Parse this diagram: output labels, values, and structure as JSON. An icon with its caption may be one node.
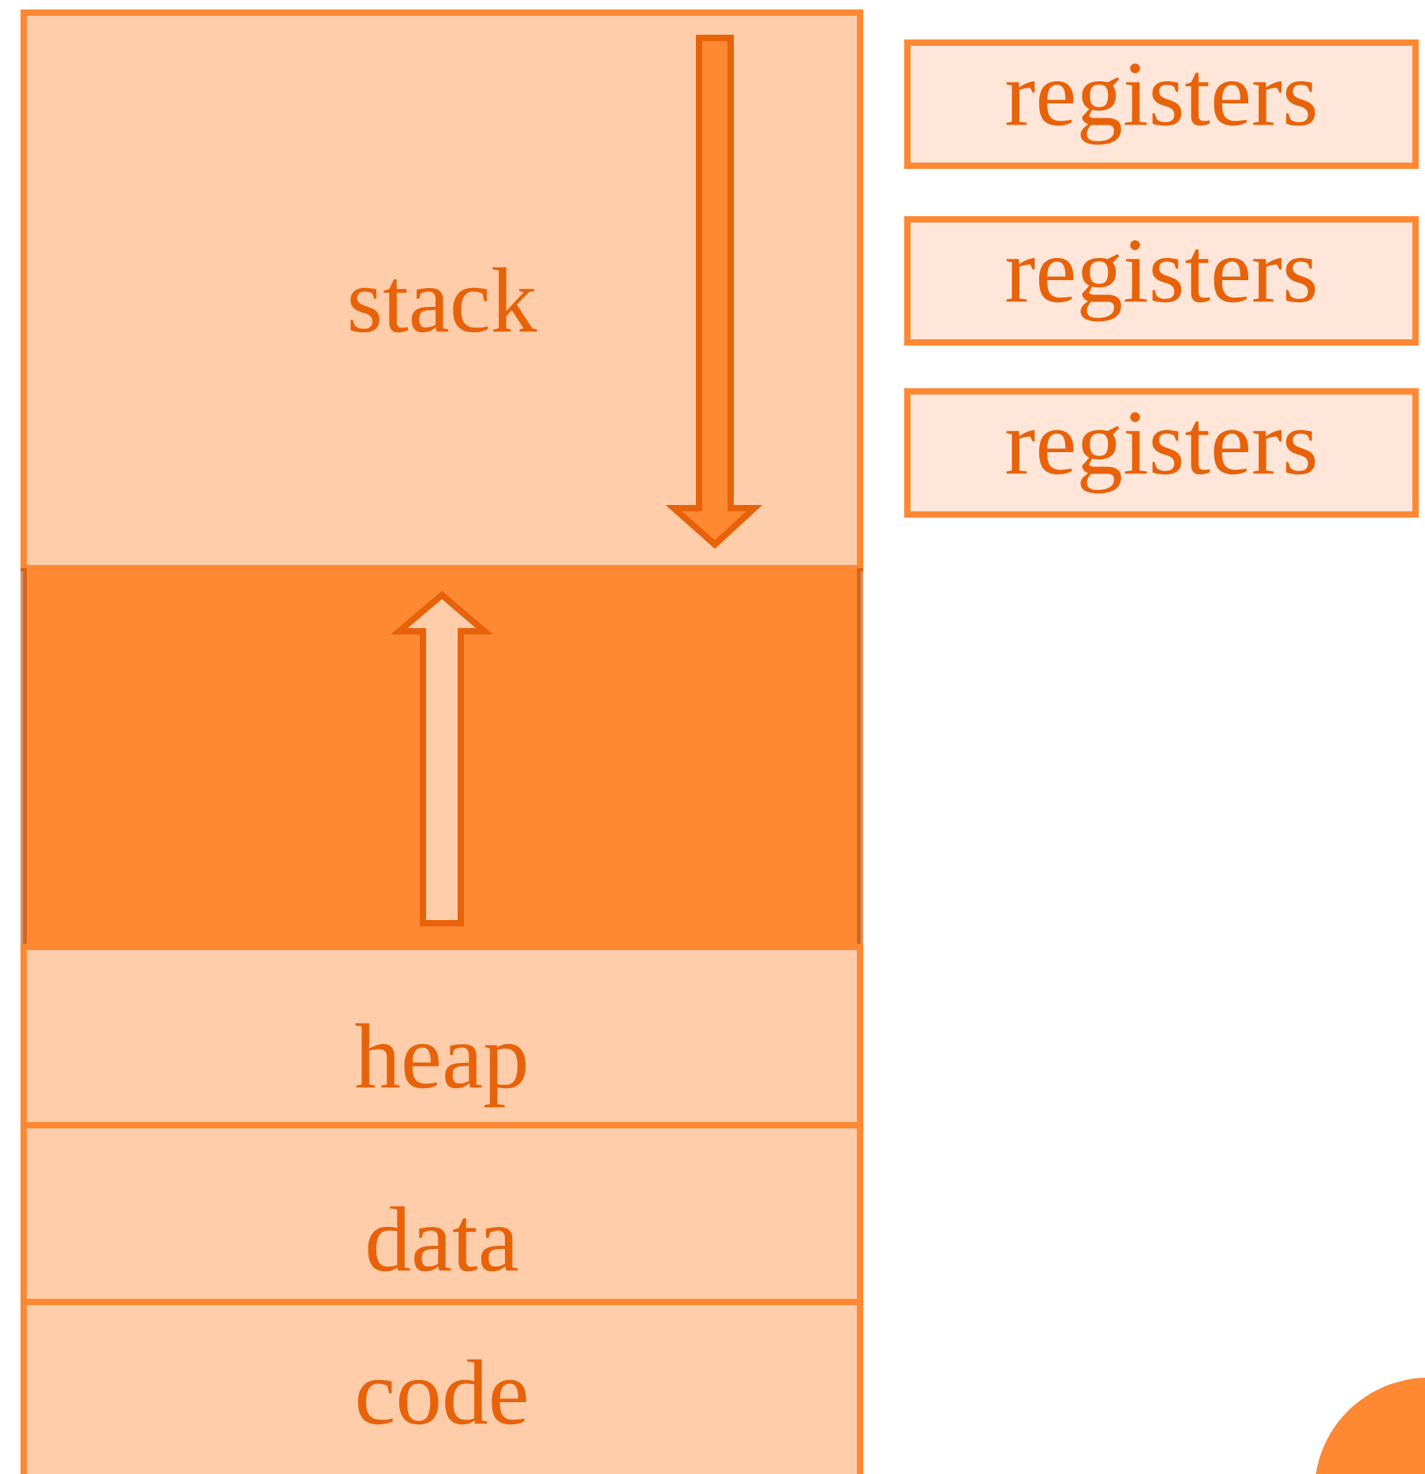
{
  "diagram": {
    "nodes": [
      {
        "text": [
          "stack"
        ]
      },
      {
        "text": [],
        "shape": "box"
      },
      {
        "text": [
          "heap"
        ]
      },
      {
        "text": [
          "data"
        ]
      },
      {
        "text": [
          "code"
        ]
      },
      {
        "text": [
          "registers"
        ]
      },
      {
        "text": [
          "registers"
        ]
      },
      {
        "text": [
          "registers"
        ]
      }
    ]
  }
}
